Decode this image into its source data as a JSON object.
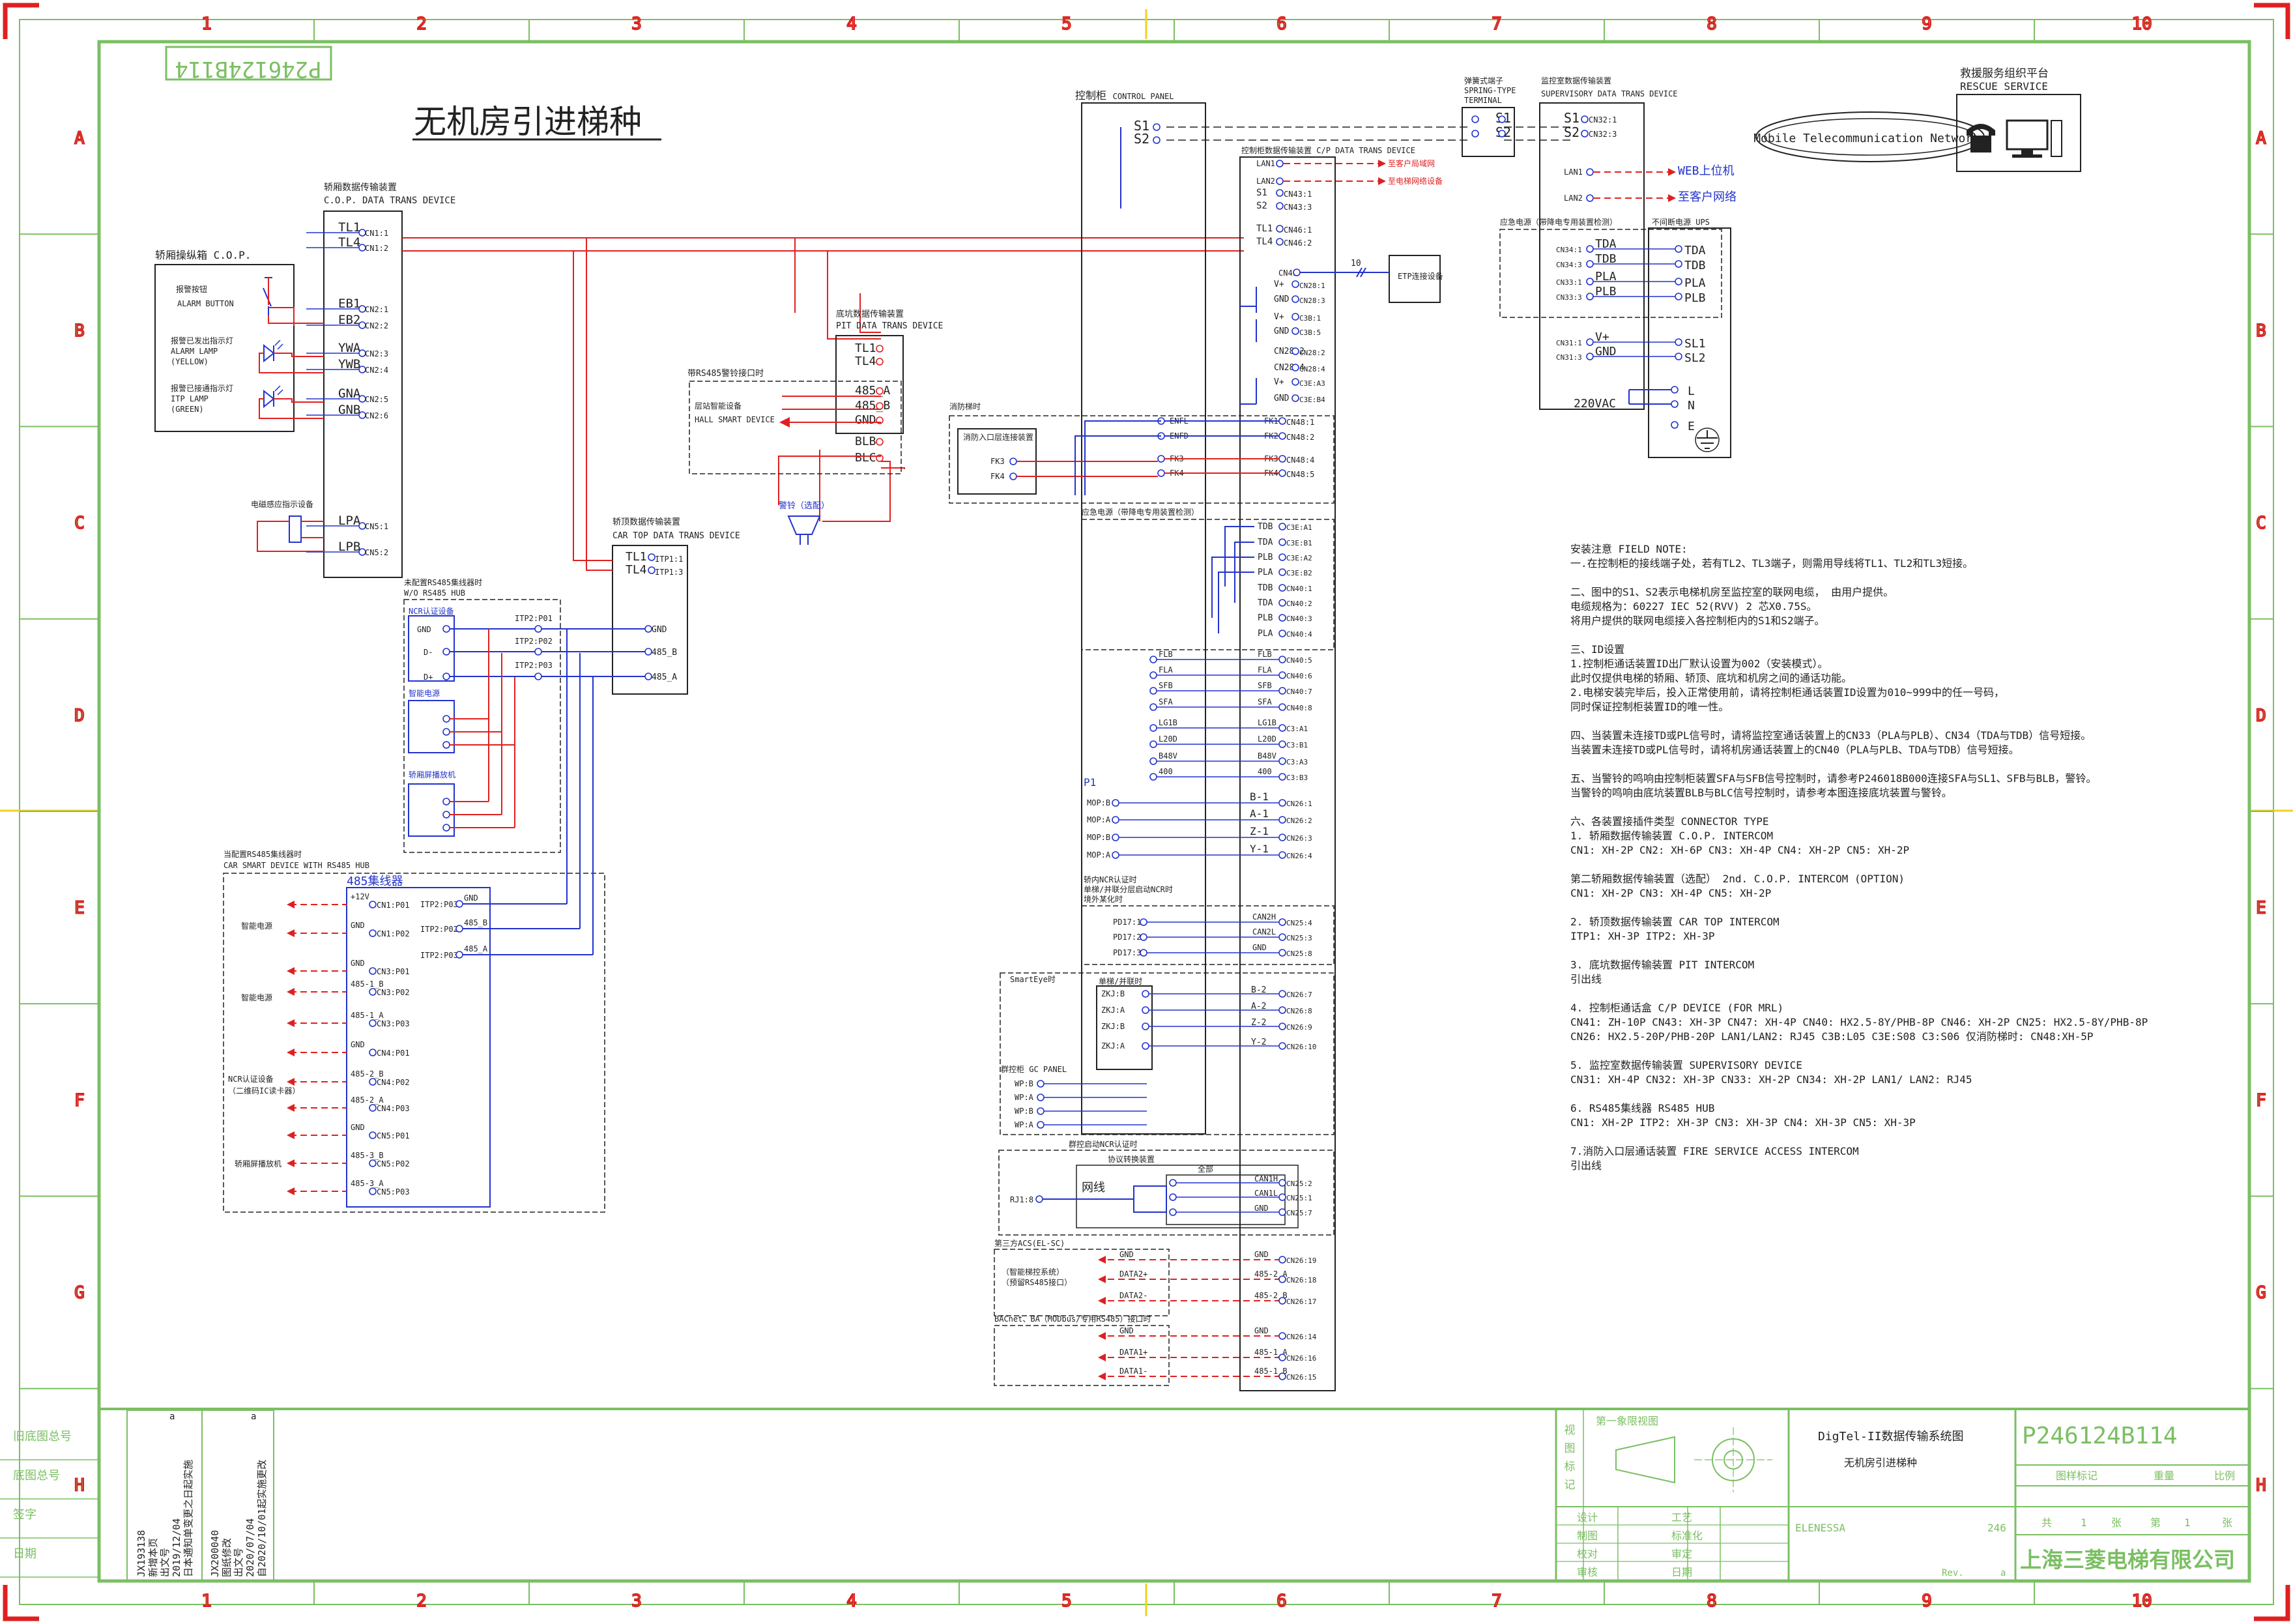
{
  "doc_no": "P246124B114",
  "title": "无机房引进梯种",
  "cols": [
    "1",
    "2",
    "3",
    "4",
    "5",
    "6",
    "7",
    "8",
    "9",
    "10"
  ],
  "rows": [
    "A",
    "B",
    "C",
    "D",
    "E",
    "F",
    "G",
    "H"
  ],
  "cop_data": {
    "cn": "轿厢数据传输装置",
    "en": "C.O.P. DATA TRANS DEVICE"
  },
  "cop_panel": {
    "cn": "轿厢操纵箱 C.O.P.",
    "alarm_btn_cn": "报警按钮",
    "alarm_btn": "ALARM BUTTON",
    "alarm_lamp_cn": "报警已发出指示灯",
    "alarm_lamp": "ALARM LAMP",
    "yellow": "(YELLOW)",
    "itp_lamp_cn": "报警已接通指示灯",
    "itp_lamp": "ITP LAMP",
    "green": "(GREEN)"
  },
  "cop_terms": [
    "TL1",
    "TL4",
    "EB1",
    "EB2",
    "YWA",
    "YWB",
    "GNA",
    "GNB",
    "LPA",
    "LPB"
  ],
  "cop_pins": [
    "CN1:1",
    "CN1:2",
    "CN2:1",
    "CN2:2",
    "CN2:3",
    "CN2:4",
    "CN2:5",
    "CN2:6",
    "CN5:1",
    "CN5:2"
  ],
  "lamp_cn": "电磁感应指示设备",
  "pit": {
    "cn": "底坑数据传输装置",
    "en": "PIT DATA TRANS DEVICE",
    "terms": [
      "TL1",
      "TL4",
      "485_A",
      "485_B",
      "GND",
      "BLB",
      "BLC"
    ],
    "alarm": "警铃（选配）"
  },
  "hall": {
    "cn": "带RS485警铃接口时",
    "dev_cn": "层站智能设备",
    "dev_en": "HALL SMART DEVICE"
  },
  "cartop": {
    "cn": "轿顶数据传输装置",
    "en": "CAR TOP DATA TRANS DEVICE",
    "terms": [
      "TL1",
      "TL4"
    ],
    "pins": [
      "ITP1:1",
      "ITP1:3"
    ],
    "gnd": "GND",
    "b": "485_B",
    "a": "485_A"
  },
  "hub_wo": {
    "cn": "未配置RS485集线器时",
    "en": "W/O RS485 HUB",
    "ncr": "NCR认证设备",
    "smart": "智能电源",
    "screen": "轿厢屏播放机",
    "ports": [
      "ITP2:P01",
      "ITP2:P02",
      "ITP2:P03"
    ]
  },
  "car_smart": {
    "cn": "当配置RS485集线器时",
    "en": "CAR SMART DEVICE WITH RS485 HUB",
    "hub": "485集线器",
    "dev1": "智能电源",
    "dev2": "智能电源",
    "dev3": "NCR认证设备",
    "dev3b": "（二维码IC读卡器）",
    "dev4": "轿厢屏播放机",
    "left": [
      "+12V",
      "GND",
      "GND",
      "485-1_B",
      "485-1_A",
      "GND",
      "485-2_B",
      "485-2_A",
      "GND",
      "485-3_B",
      "485-3_A"
    ],
    "pins": [
      "CN1:P01",
      "CN1:P02",
      "CN3:P01",
      "CN3:P02",
      "CN3:P03",
      "CN4:P01",
      "CN4:P02",
      "CN4:P03",
      "CN5:P01",
      "CN5:P02",
      "CN5:P03"
    ],
    "in_pins": [
      "ITP2:P03",
      "ITP2:P02",
      "ITP2:P03"
    ],
    "in_lbl": [
      "GND",
      "485_B",
      "485_A"
    ]
  },
  "cp": {
    "cn": "控制柜",
    "en": "CONTROL PANEL"
  },
  "cpdata": {
    "cn": "控制柜数据传输装置",
    "en": "C/P DATA TRANS DEVICE"
  },
  "cp_right": [
    "LAN1",
    "LAN2",
    "S1",
    "S2",
    "TL1",
    "TL4"
  ],
  "cp_right_pins": [
    "CN43:1",
    "CN43:3",
    "CN46:1",
    "CN46:2"
  ],
  "lan_notes": [
    "至客户局域网",
    "至电梯网络设备"
  ],
  "cn41": "CN41",
  "etp": {
    "lbl": "ETP连接设备",
    "n": "10"
  },
  "vgnd": [
    "V+",
    "GND",
    "V+",
    "GND",
    "CN28:2",
    "CN28:4",
    "V+",
    "GND"
  ],
  "vgnd_pins": [
    "CN28:1",
    "CN28:3",
    "C3B:1",
    "C3B:5",
    "CN28:2",
    "CN28:4",
    "C3E:A3",
    "C3E:B4"
  ],
  "fire": {
    "cn": "消防梯时",
    "dev": "消防入口层连接装置",
    "terms": [
      "ENFL",
      "ENFD",
      "FK3",
      "FK4"
    ],
    "fk": [
      "FK1",
      "FK2",
      "FK3",
      "FK4"
    ],
    "pins": [
      "CN48:1",
      "CN48:2",
      "CN48:4",
      "CN48:5"
    ],
    "left": [
      "FK3",
      "FK4"
    ]
  },
  "ups_cp": {
    "cn": "应急电源（带降电专用装置检测）",
    "left": [
      "TDB",
      "TDA",
      "PLB",
      "PLA",
      "TDB",
      "TDA",
      "PLB",
      "PLA"
    ],
    "pins": [
      "C3E:A1",
      "C3E:B1",
      "C3E:A2",
      "C3E:B2",
      "CN40:1",
      "CN40:2",
      "CN40:3",
      "CN40:4"
    ]
  },
  "mid": {
    "left": [
      "FLB",
      "FLA",
      "SFB",
      "SFA",
      "LG1B",
      "L20D",
      "B48V",
      "400"
    ],
    "right": [
      "FLB",
      "FLA",
      "SFB",
      "SFA",
      "LG1B",
      "L20D",
      "B48V",
      "400"
    ],
    "pins": [
      "CN40:5",
      "CN40:6",
      "CN40:7",
      "CN40:8",
      "C3:A1",
      "C3:B1",
      "C3:A3",
      "C3:B3"
    ]
  },
  "p1": {
    "lbl": "P1",
    "left": [
      "MOP:B",
      "MOP:A",
      "MOP:B",
      "MOP:A"
    ],
    "right": [
      "B-1",
      "A-1",
      "Z-1",
      "Y-1"
    ],
    "pins": [
      "CN26:1",
      "CN26:2",
      "CN26:3",
      "CN26:4"
    ]
  },
  "ncr": {
    "cn": "轿内NCR认证时",
    "cn2": "单梯/并联分层启动NCR时",
    "cn3": "境外某化时",
    "left": [
      "PD17:1",
      "PD17:2",
      "PD17:3"
    ],
    "right": [
      "CAN2H",
      "CAN2L",
      "GND"
    ],
    "pins": [
      "CN25:4",
      "CN25:3",
      "CN25:8"
    ]
  },
  "smarteye": {
    "cn": "SmartEye时",
    "cn2": "单梯/并联时",
    "left": [
      "ZKJ:B",
      "ZKJ:A",
      "ZKJ:B",
      "ZKJ:A"
    ],
    "right": [
      "B-2",
      "A-2",
      "Z-2",
      "Y-2"
    ],
    "pins": [
      "CN26:7",
      "CN26:8",
      "CN26:9",
      "CN26:10"
    ]
  },
  "gc": {
    "cn": "群控柜 GC PANEL",
    "left": [
      "WP:B",
      "WP:A",
      "WP:B",
      "WP:A"
    ]
  },
  "group_ncr": {
    "cn": "群控启动NCR认证时",
    "cn2": "协议转换装置",
    "cn3": "全部",
    "net": "网线",
    "rj": "RJ1:8",
    "right": [
      "CAN1H",
      "CAN1L",
      "GND"
    ],
    "pins": [
      "CN25:2",
      "CN25:1",
      "CN25:7"
    ]
  },
  "acs": {
    "cn": "第三方ACS(EL-SC)",
    "dev": "（智能梯控系统）",
    "dev2": "（预留RS485接口）",
    "left": [
      "GND",
      "DATA2+",
      "DATA2-"
    ],
    "right": [
      "GND",
      "485-2_A",
      "485-2_B"
    ],
    "pins": [
      "CN26:19",
      "CN26:18",
      "CN26:17"
    ]
  },
  "bac": {
    "cn": "BACnet、BA（MODbus/专用RS485）接口时",
    "left": [
      "GND",
      "DATA1+",
      "DATA1-"
    ],
    "right": [
      "GND",
      "485-1_A",
      "485-1_B"
    ],
    "pins": [
      "CN26:14",
      "CN26:16",
      "CN26:15"
    ]
  },
  "spring": {
    "cn": "弹簧式端子",
    "en1": "SPRING-TYPE",
    "en2": "TERMINAL",
    "terms": [
      "S1",
      "S2"
    ]
  },
  "super": {
    "cn": "监控室数据传输装置",
    "en": "SUPERVISORY DATA TRANS DEVICE",
    "terms": [
      "S1",
      "S2"
    ],
    "pins": [
      "CN32:1",
      "CN32:3"
    ],
    "lan": [
      "LAN1",
      "LAN2"
    ],
    "web": "WEB上位机",
    "cust": "至客户网络"
  },
  "mobile": "Mobile Telecommunication Networks",
  "rescue": {
    "cn": "救援服务组织平台",
    "en": "RESCUE SERVICE"
  },
  "emerg": {
    "cn": "应急电源（带降电专用装置检测）",
    "ups": "不间断电源  UPS",
    "left": [
      "TDA",
      "TDB",
      "PLA",
      "PLB",
      "V+",
      "GND"
    ],
    "pins": [
      "CN34:1",
      "CN34:3",
      "CN33:1",
      "CN33:3",
      "CN31:1",
      "CN31:3"
    ],
    "right": [
      "TDA",
      "TDB",
      "PLA",
      "PLB",
      "SL1",
      "SL2"
    ],
    "ac": "220VAC",
    "acr": [
      "L",
      "N",
      "E"
    ]
  },
  "notes": [
    "安装注意 FIELD NOTE:",
    "一.在控制柜的接线端子处，若有TL2、TL3端子，则需用导线将TL1、TL2和TL3短接。",
    "",
    "二、图中的S1、S2表示电梯机房至监控室的联网电缆， 由用户提供。",
    "    电缆规格为：60227 IEC 52(RVV) 2 芯X0.75S。",
    "    将用户提供的联网电缆接入各控制柜内的S1和S2端子。",
    "",
    "三、ID设置",
    "1.控制柜通话装置ID出厂默认设置为002（安装模式）。",
    "  此时仅提供电梯的轿厢、轿顶、底坑和机房之间的通话功能。",
    "2.电梯安装完毕后，投入正常使用前，请将控制柜通话装置ID设置为010~999中的任一号码，",
    "  同时保证控制柜装置ID的唯一性。",
    "",
    "四、当装置未连接TD或PL信号时，请将监控室通话装置上的CN33（PLA与PLB）、CN34（TDA与TDB）信号短接。",
    "    当装置未连接TD或PL信号时，请将机房通话装置上的CN40（PLA与PLB、TDA与TDB）信号短接。",
    "",
    "五、当警铃的鸣响由控制柜装置SFA与SFB信号控制时，请参考P246018B000连接SFA与SL1、SFB与BLB，警铃。",
    "    当警铃的鸣响由底坑装置BLB与BLC信号控制时，请参考本图连接底坑装置与警铃。",
    "",
    "六、各装置接插件类型 CONNECTOR TYPE",
    "1. 轿厢数据传输装置 C.O.P. INTERCOM",
    "CN1: XH-2P CN2: XH-6P CN3: XH-4P CN4: XH-2P CN5: XH-2P",
    "",
    "     第二轿厢数据传输装置（选配） 2nd. C.O.P. INTERCOM (OPTION)",
    "CN1: XH-2P CN3: XH-4P CN5: XH-2P",
    "",
    "2. 轿顶数据传输装置 CAR TOP INTERCOM",
    "ITP1: XH-3P ITP2: XH-3P",
    "",
    "3. 底坑数据传输装置 PIT INTERCOM",
    "引出线",
    "",
    "4. 控制柜通话盒  C/P DEVICE (FOR MRL)",
    "CN41: ZH-10P CN43: XH-3P CN47: XH-4P CN40: HX2.5-8Y/PHB-8P CN46: XH-2P  CN25: HX2.5-8Y/PHB-8P",
    "CN26: HX2.5-20P/PHB-20P LAN1/LAN2: RJ45 C3B:L05 C3E:S08 C3:S06 仅消防梯时: CN48:XH-5P",
    "",
    "5. 监控室数据传输装置  SUPERVISORY DEVICE",
    "CN31: XH-4P CN32: XH-3P CN33: XH-2P CN34: XH-2P LAN1/ LAN2: RJ45",
    "",
    "6. RS485集线器 RS485 HUB",
    "CN1: XH-2P ITP2: XH-3P CN3: XH-3P CN4: XH-3P CN5: XH-3P",
    "",
    "7.消防入口层通话装置 FIRE SERVICE ACCESS INTERCOM",
    "引出线"
  ],
  "rev_block": {
    "r1": [
      "JX193138",
      "新增本页",
      "出文号",
      "2019/12/04",
      "日本通知单变更之日起实施"
    ],
    "r2": [
      "JX200040",
      "图纸修改",
      "出文号",
      "2020/07/04",
      "自2020/10/01起实施更改"
    ],
    "mark1": "a",
    "mark2": "a"
  },
  "left_col": [
    "旧底图总号",
    "底图总号",
    "签字",
    "日期"
  ],
  "tb": {
    "view": "第一象限视图",
    "view_side": "视图标记",
    "system": "DigTel-II数据传输系统图",
    "sub": "无机房引进梯种",
    "company": "ELENESSA",
    "num": "246",
    "rev": "Rev.",
    "rev_v": "a",
    "docno": "P246124B114",
    "mark": "图样标记",
    "weight": "重量",
    "scale": "比例",
    "total": "共",
    "one1": "1",
    "zhang1": "张",
    "di": "第",
    "one2": "1",
    "zhang2": "张",
    "maker": "上海三菱电梯有限公司",
    "sign_l": [
      "设计",
      "制图",
      "校对",
      "审核"
    ],
    "sign_r": [
      "工艺",
      "标准化",
      "审定",
      "日期"
    ]
  }
}
